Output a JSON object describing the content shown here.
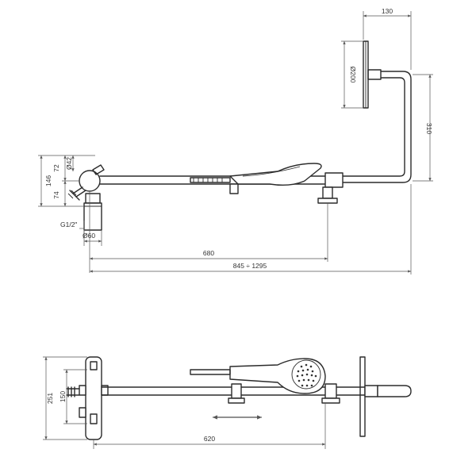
{
  "dimensions": {
    "top_width": "130",
    "shower_head_diameter": "Ø200",
    "riser_height": "310",
    "inlet_diameter": "Ø42",
    "upper_offset": "72",
    "lower_offset": "74",
    "total_height": "146",
    "thread_size": "G1/2\"",
    "base_diameter": "Ø60",
    "bar_length": "680",
    "total_length": "845 ÷ 1295",
    "front_height": "251",
    "front_inner_height": "150",
    "front_bar_length": "620"
  }
}
